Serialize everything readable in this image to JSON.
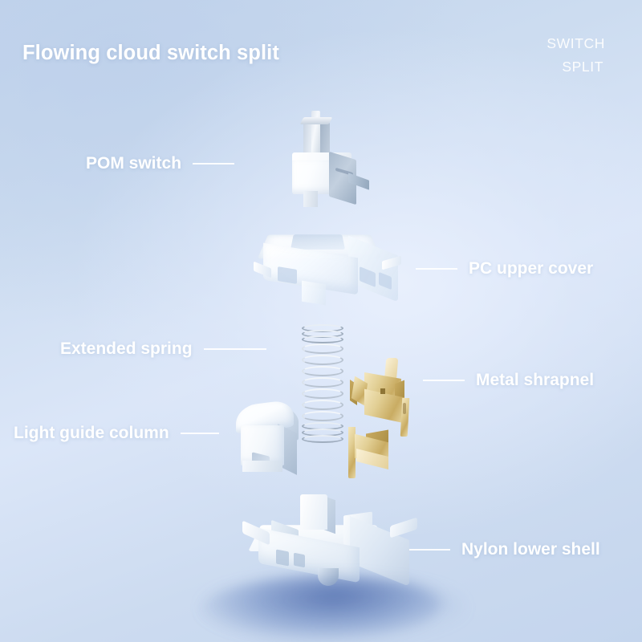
{
  "header": {
    "title": "Flowing cloud switch split",
    "corner_tag_line1": "SWITCH",
    "corner_tag_line2": "SPLIT"
  },
  "colors": {
    "background_top": "#c2d4ec",
    "background_center": "#dde6f8",
    "background_bottom": "#c4d5ed",
    "label_text": "#ffffff",
    "leader_line": "#ffffff",
    "metal_gold": "#d9c89a",
    "spring_silver": "#b9c4d2",
    "shadow_blue": "#3c5ca5"
  },
  "callouts": [
    {
      "id": "pom-switch",
      "label": "POM switch",
      "side": "left"
    },
    {
      "id": "pc-cover",
      "label": "PC upper cover",
      "side": "right"
    },
    {
      "id": "spring",
      "label": "Extended spring",
      "side": "left"
    },
    {
      "id": "shrapnel",
      "label": "Metal shrapnel",
      "side": "right"
    },
    {
      "id": "light-guide",
      "label": "Light guide column",
      "side": "left"
    },
    {
      "id": "lower-shell",
      "label": "Nylon lower shell",
      "side": "right"
    }
  ],
  "parts": {
    "pom_switch": "pom-switch-stem",
    "pc_cover": "pc-upper-cover-housing",
    "spring": "extended-coil-spring",
    "shrapnel": "gold-metal-leaf-contacts",
    "light_guide": "light-guide-column",
    "lower_shell": "nylon-lower-shell-base"
  }
}
